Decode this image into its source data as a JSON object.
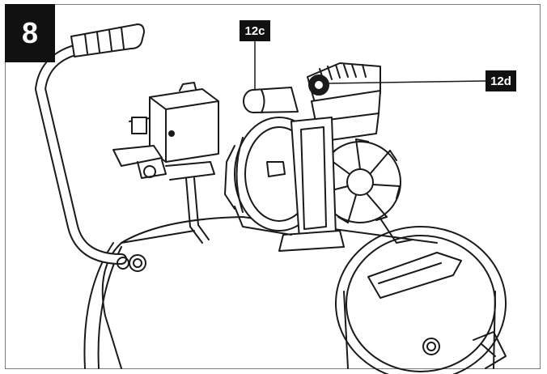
{
  "figure": {
    "number": "8"
  },
  "callouts": [
    {
      "id": "12c",
      "label": "12c"
    },
    {
      "id": "12d",
      "label": "12d"
    }
  ]
}
